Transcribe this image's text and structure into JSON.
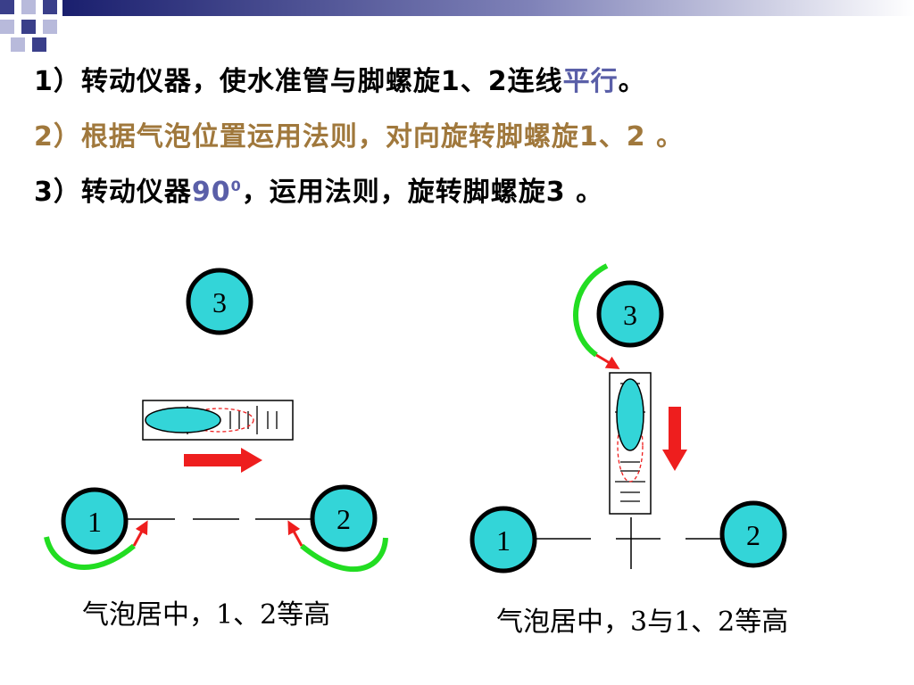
{
  "instructions": {
    "line1": {
      "text": "1）转动仪器，使水准管与脚螺旋1、2连线",
      "highlight": "平行",
      "end": "。"
    },
    "line2": {
      "text": "2）根据气泡位置运用法则，对向旋转脚螺旋1、2 。"
    },
    "line3": {
      "pre": "3）转动仪器",
      "number": "90",
      "sup": "0",
      "post": "，运用法则，旋转脚螺旋3 。"
    }
  },
  "left_diagram": {
    "screws": [
      "1",
      "2",
      "3"
    ],
    "caption": "气泡居中，1、2等高"
  },
  "right_diagram": {
    "screws": [
      "1",
      "2",
      "3"
    ],
    "caption": "气泡居中，3与1、2等高"
  },
  "colors": {
    "screw_fill": "#33d5d8",
    "bubble_fill": "#33d5d8",
    "arrow_red": "#ee1e1e",
    "rotate_green": "#22dd22",
    "highlight_text": "#5a5fa8",
    "brown_text": "#a0783c"
  }
}
